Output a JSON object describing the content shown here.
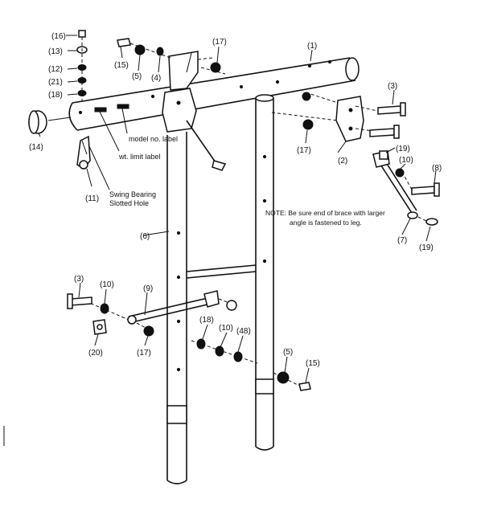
{
  "callouts": {
    "c16": "(16)",
    "c13": "(13)",
    "c12": "(12)",
    "c21": "(21)",
    "c18a": "(18)",
    "c15a": "(15)",
    "c5a": "(5)",
    "c4": "(4)",
    "c17a": "(17)",
    "c1": "(1)",
    "c3a": "(3)",
    "c14": "(14)",
    "c17b": "(17)",
    "c2": "(2)",
    "c19a": "(19)",
    "c10a": "(10)",
    "c8": "(8)",
    "c11": "(11)",
    "c6": "(6)",
    "c7": "(7)",
    "c19b": "(19)",
    "c3b": "(3)",
    "c10b": "(10)",
    "c9": "(9)",
    "c20": "(20)",
    "c17c": "(17)",
    "c18b": "(18)",
    "c10c": "(10)",
    "c48": "(48)",
    "c5b": "(5)",
    "c15b": "(15)"
  },
  "labels": {
    "model_no": "model no. label",
    "wt_limit": "wt. limit label",
    "swing_bearing_1": "Swing Bearing",
    "swing_bearing_2": "Slotted Hole"
  },
  "note": {
    "line1": "NOTE:  Be sure end of brace with larger",
    "line2": "angle is fastened to leg."
  }
}
